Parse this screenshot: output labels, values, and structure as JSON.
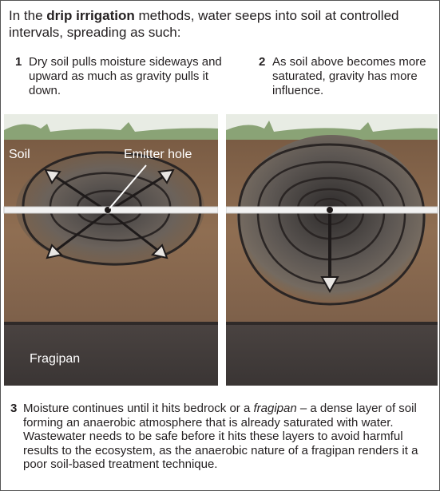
{
  "intro": {
    "pre": "In the ",
    "bold": "drip irrigation",
    "post": " methods, water seeps into soil at controlled intervals, spreading as such:"
  },
  "steps": [
    {
      "number": "1",
      "text": "Dry soil pulls moisture sideways and upward as much as gravity pulls it down."
    },
    {
      "number": "2",
      "text": "As soil above becomes more saturated, gravity has more influence."
    },
    {
      "number": "3",
      "text_pre": "Moisture continues until it hits bedrock or a ",
      "text_italic": "fragipan",
      "text_post": " – a dense layer of soil forming an anaerobic atmosphere that is already saturated with water. Wastewater needs to be safe before it hits these layers to avoid harmful results to the ecosystem, as the anaerobic nature of a fragipan renders it a poor soil-based treatment technique."
    }
  ],
  "labels": {
    "soil": "Soil",
    "emitter": "Emitter hole",
    "fragipan": "Fragipan"
  },
  "colors": {
    "soil": "#8b6a4e",
    "fragipan": "#3f3a38",
    "grass": "#7f9a6a",
    "moisture_dark": "#4e4a49",
    "pipe": "#f2f2f2"
  }
}
